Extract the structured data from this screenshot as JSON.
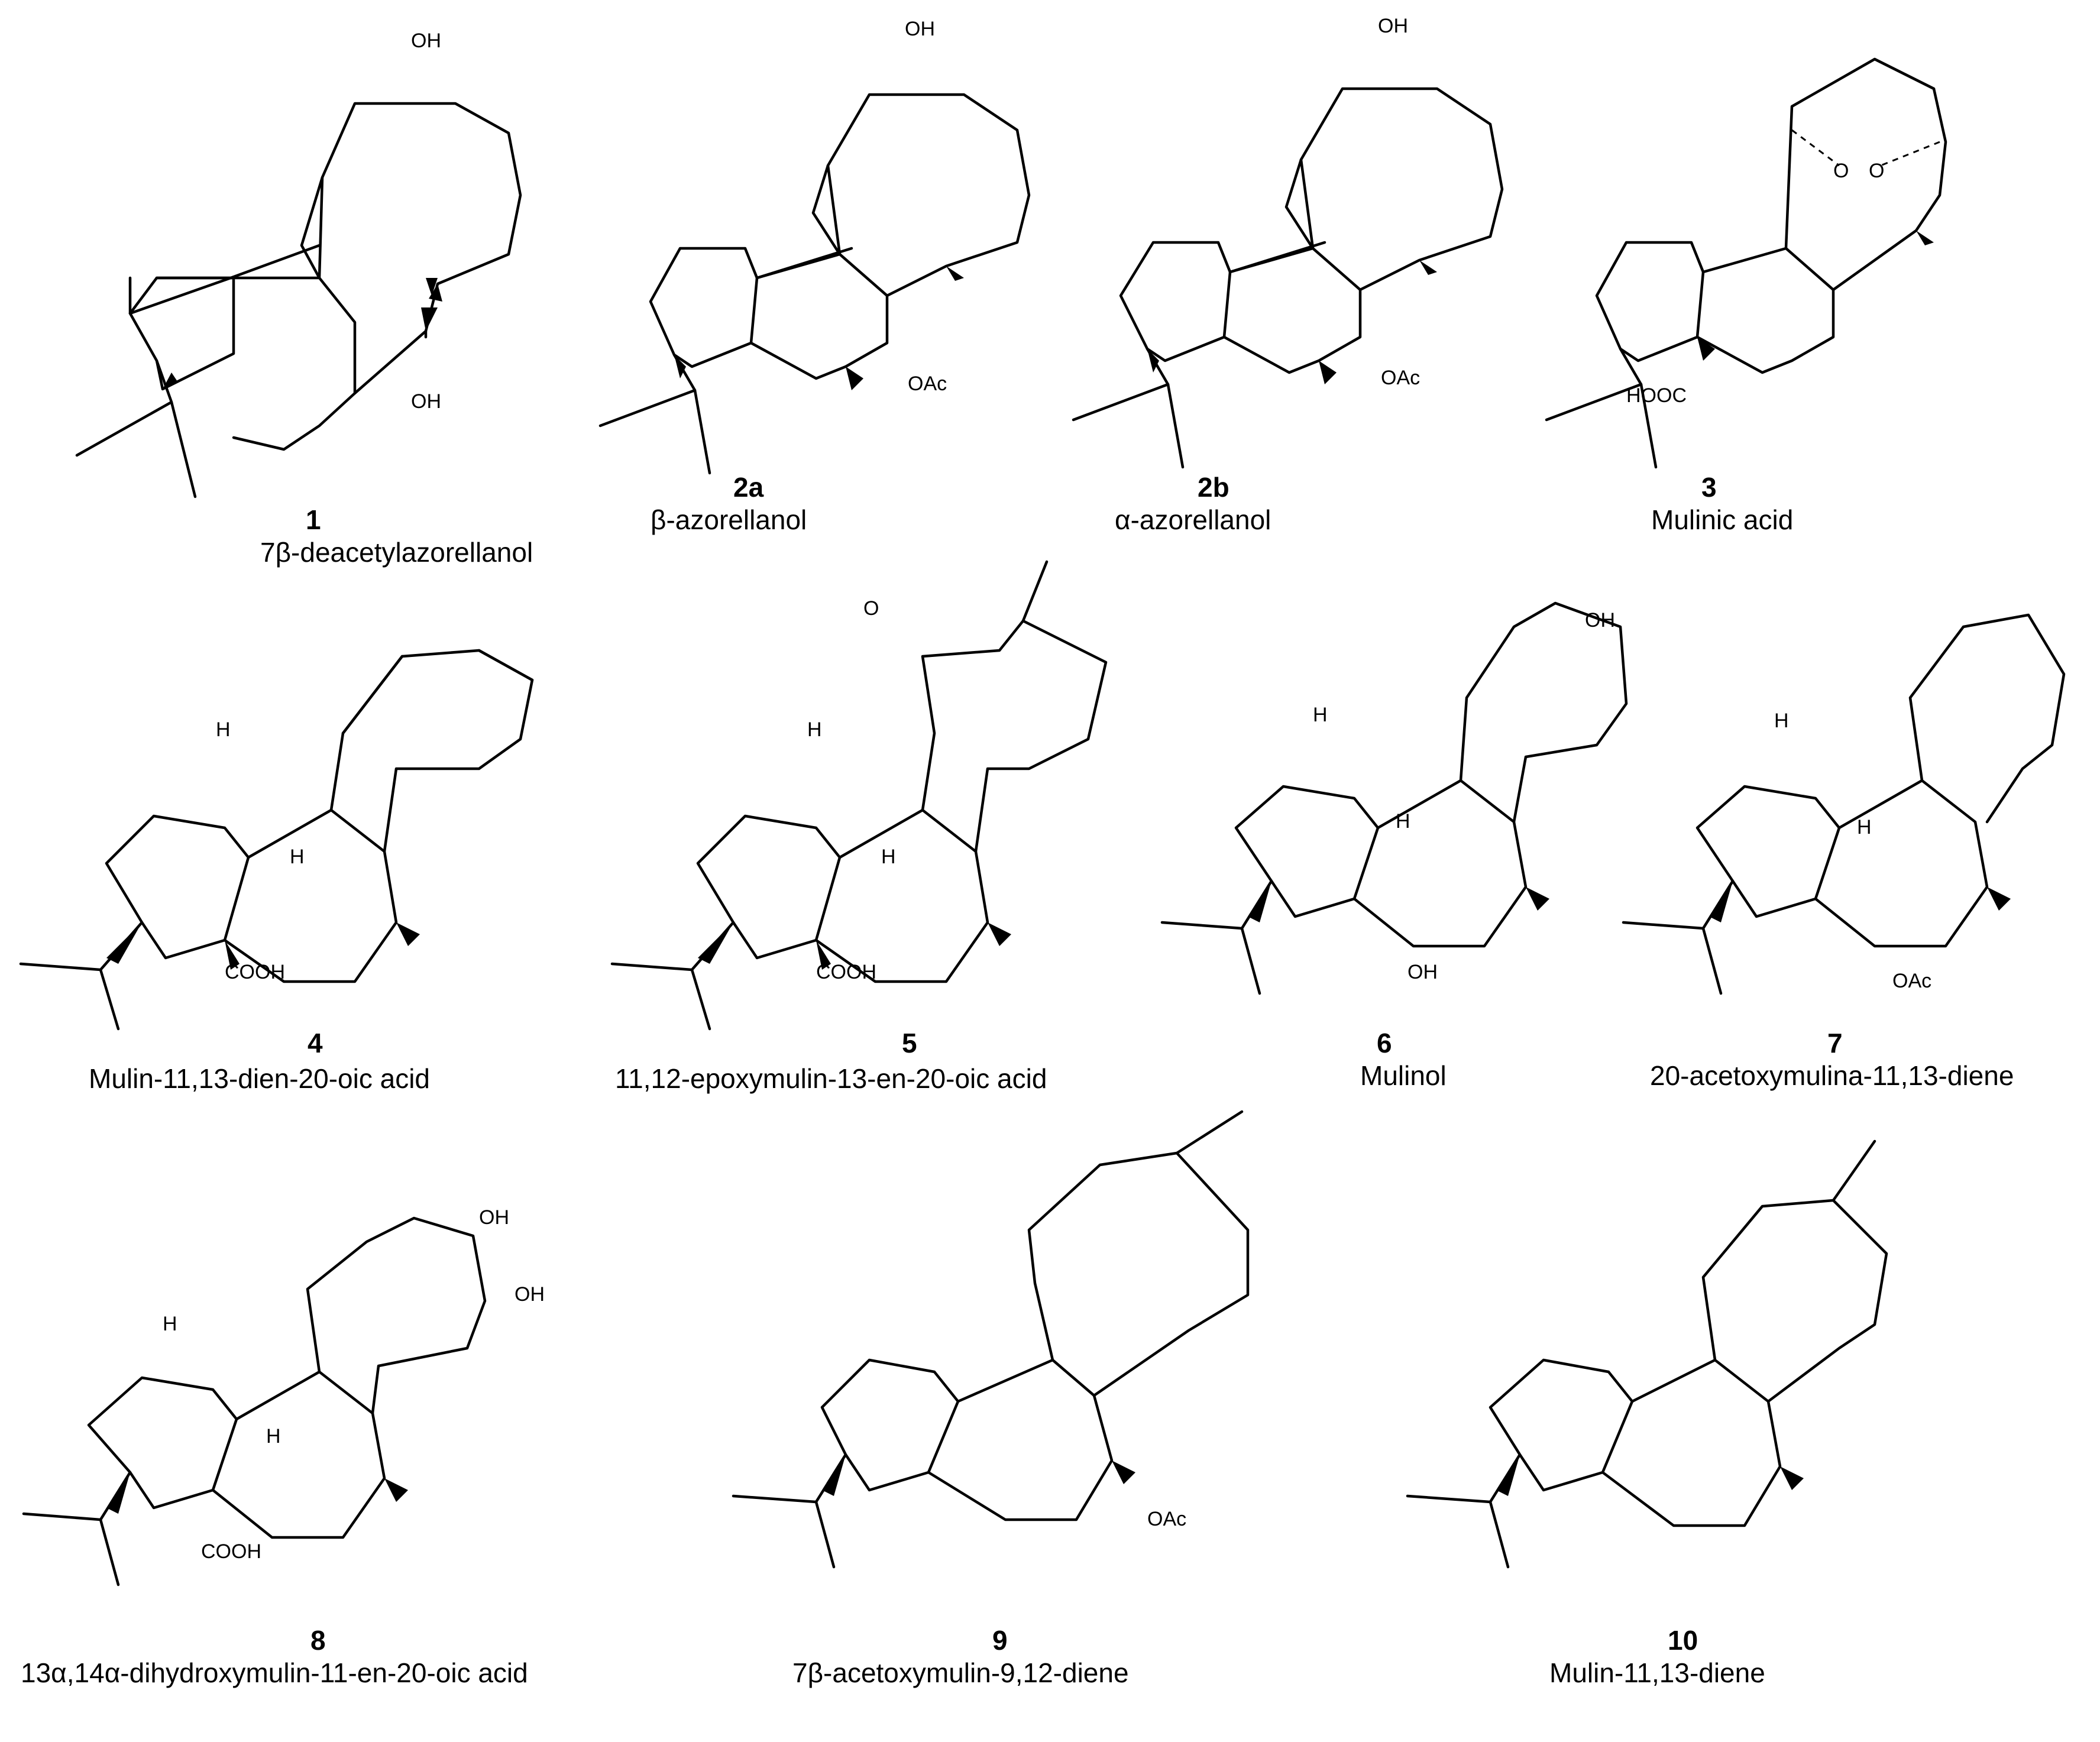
{
  "compounds": [
    {
      "number": "1",
      "name": "7β-deacetylazorellanol"
    },
    {
      "number": "2a",
      "name": "β-azorellanol"
    },
    {
      "number": "2b",
      "name": "α-azorellanol"
    },
    {
      "number": "3",
      "name": "Mulinic acid"
    },
    {
      "number": "4",
      "name": "Mulin-11,13-dien-20-oic  acid"
    },
    {
      "number": "5",
      "name": "11,12-epoxymulin-13-en-20-oic  acid"
    },
    {
      "number": "6",
      "name": "Mulinol"
    },
    {
      "number": "7",
      "name": "20-acetoxymulina-11,13-diene"
    },
    {
      "number": "8",
      "name": "13α,14α-dihydroxymulin-11-en-20-oic  acid"
    },
    {
      "number": "9",
      "name": "7β-acetoxymulin-9,12-diene"
    },
    {
      "number": "10",
      "name": "Mulin-11,13-diene"
    }
  ],
  "atom_labels": {
    "oh": "OH",
    "oac": "OAc",
    "cooh": "COOH",
    "hooc": "HOOC",
    "h": "H",
    "o": "O"
  }
}
